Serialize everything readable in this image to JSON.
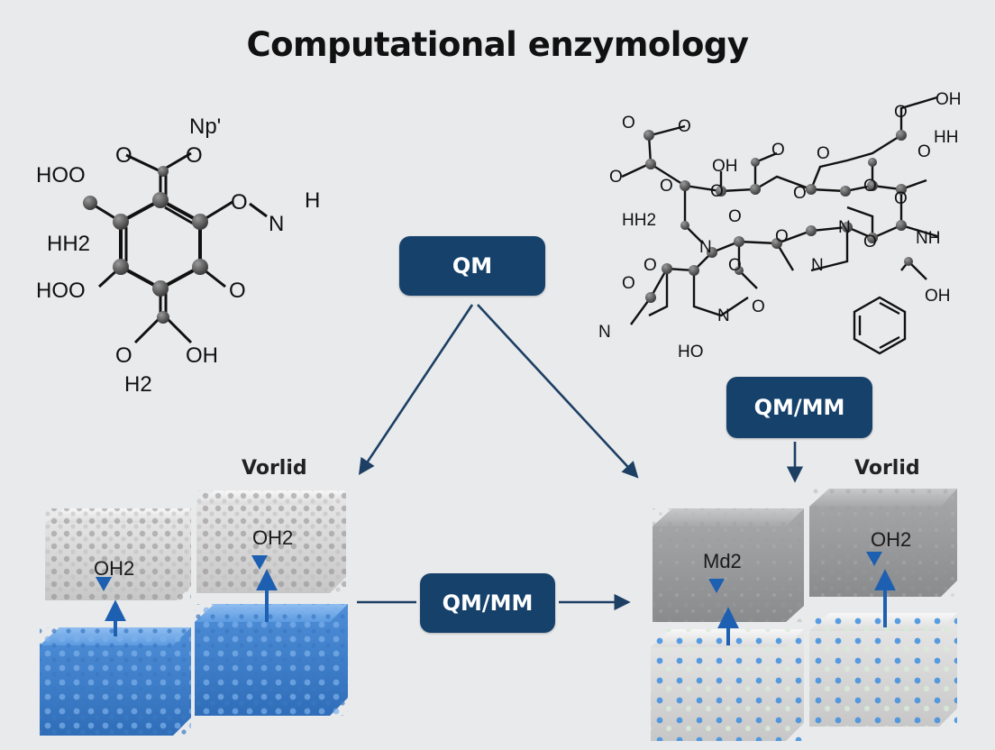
{
  "title": "Computational enzymology",
  "nodes": {
    "qm_top": "QM",
    "qmmm_right": "QM/MM",
    "qmmm_center": "QM/MM"
  },
  "block_labels": {
    "left_group": "Vorlid",
    "right_group": "Vorlid",
    "left_block1": "OH2",
    "left_block2": "OH2",
    "right_block1": "Md2",
    "right_block2": "OH2"
  },
  "left_molecule_labels": [
    "Np'",
    "HOO",
    "O",
    "O",
    "O",
    "N",
    "H",
    "HH2",
    "HOO",
    "O",
    "O",
    "OH",
    "H2"
  ],
  "right_molecule_labels": [
    "O",
    "OH",
    "O",
    "O",
    "HH",
    "O",
    "OH",
    "O",
    "O",
    "O",
    "O",
    "O",
    "HH2",
    "N",
    "O",
    "O",
    "O",
    "O",
    "N",
    "NH",
    "O",
    "O",
    "O",
    "O",
    "N",
    "OH",
    "N",
    "O",
    "N",
    "O",
    "HO"
  ],
  "colors": {
    "pill": "#16416b",
    "arrow": "#1c3f63",
    "block_blue": "#4d8fd6",
    "block_white": "#e6e7e9",
    "block_gray": "#a9abae"
  }
}
